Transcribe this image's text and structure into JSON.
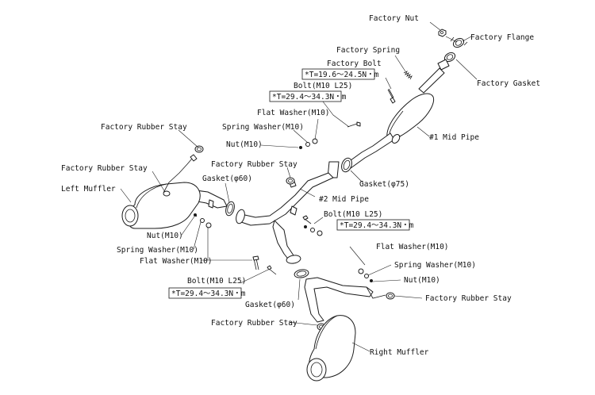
{
  "labels": {
    "factory_nut": "Factory Nut",
    "factory_flange": "Factory Flange",
    "factory_spring": "Factory Spring",
    "factory_bolt": "Factory Bolt",
    "factory_bolt_torque": "*T=19.6～24.5N・m",
    "factory_gasket": "Factory Gasket",
    "bolt_m10_l25_top": "Bolt(M10 L25)",
    "bolt_top_torque": "*T=29.4～34.3N・m",
    "flat_washer_top": "Flat Washer(M10)",
    "spring_washer_top": "Spring Washer(M10)",
    "nut_top": "Nut(M10)",
    "mid_pipe_1": "#1 Mid Pipe",
    "factory_rubber_stay_top_left": "Factory Rubber Stay",
    "factory_rubber_stay_left": "Factory Rubber Stay",
    "left_muffler": "Left Muffler",
    "factory_rubber_stay_center": "Factory Rubber Stay",
    "gasket_60_top": "Gasket(φ60)",
    "gasket_75": "Gasket(φ75)",
    "mid_pipe_2": "#2 Mid Pipe",
    "bolt_m10_l25_center": "Bolt(M10 L25)",
    "bolt_center_torque": "*T=29.4～34.3N・m",
    "nut_left": "Nut(M10)",
    "spring_washer_left": "Spring Washer(M10)",
    "flat_washer_left": "Flat Washer(M10)",
    "flat_washer_right": "Flat Washer(M10)",
    "spring_washer_right": "Spring Washer(M10)",
    "nut_right": "Nut(M10)",
    "bolt_m10_l25_bottom": "Bolt(M10 L25)",
    "bolt_bottom_torque": "*T=29.4～34.3N・m",
    "gasket_60_bottom": "Gasket(φ60)",
    "factory_rubber_stay_right": "Factory Rubber Stay",
    "factory_rubber_stay_bottom": "Factory Rubber Stay",
    "right_muffler": "Right Muffler"
  }
}
